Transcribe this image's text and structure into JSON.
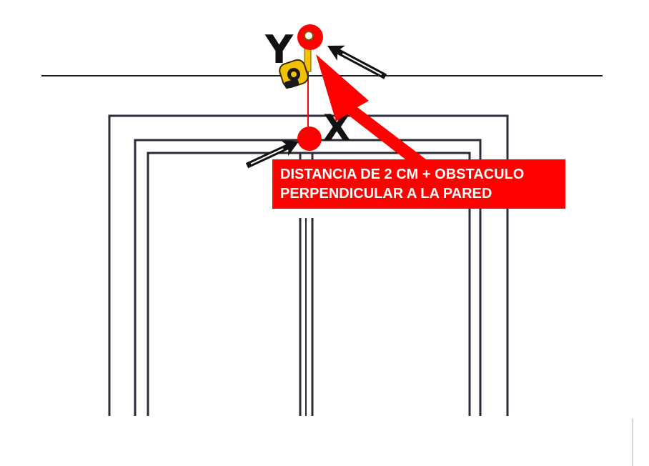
{
  "points": {
    "y_label": "Y",
    "x_label": "X"
  },
  "callout": {
    "line1": "DISTANCIA DE 2 CM + OBSTACULO",
    "line2": "PERPENDICULAR A LA PARED"
  },
  "colors": {
    "accent": "#ff0000",
    "line": "#222233",
    "tape_body": "#f2c200",
    "background": "#ffffff"
  },
  "icons": [
    "tape-measure-icon",
    "arrow-icon"
  ]
}
